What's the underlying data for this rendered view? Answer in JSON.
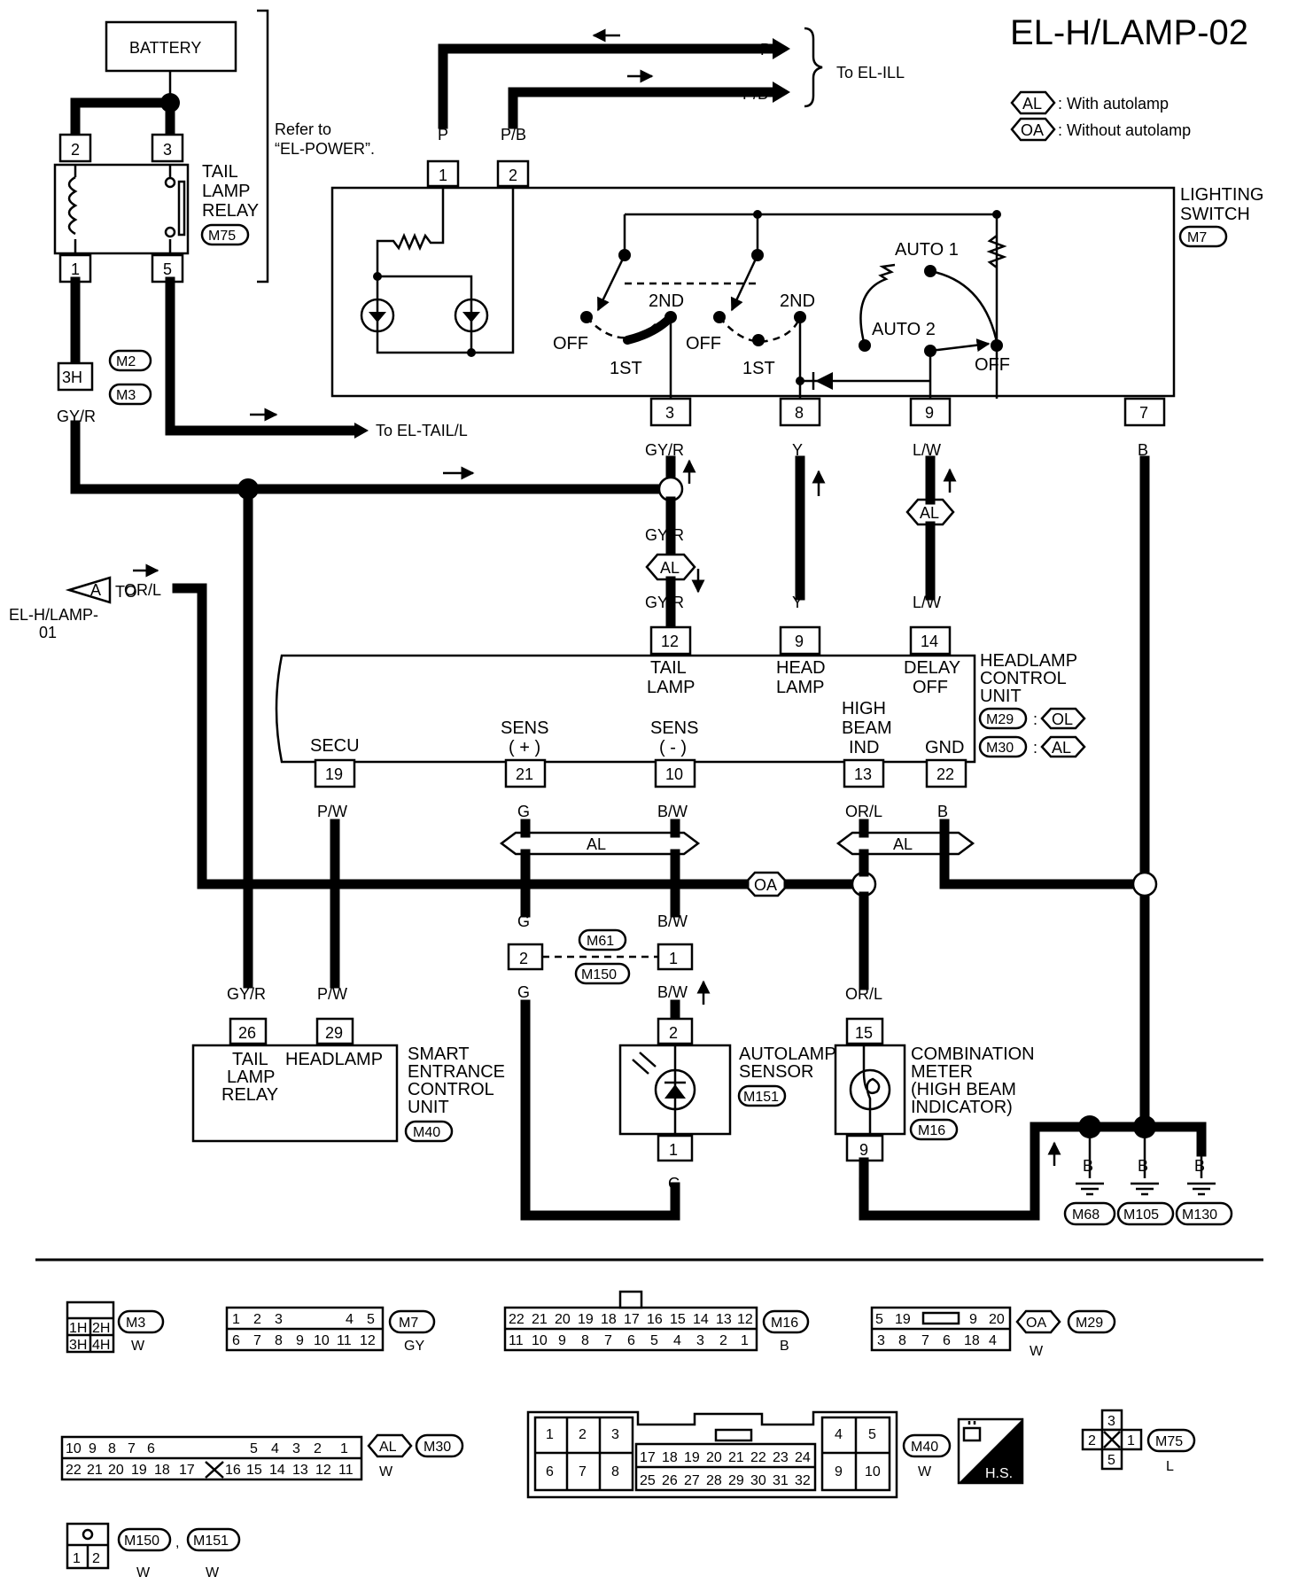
{
  "page_title": "EL-H/LAMP-02",
  "legend": [
    {
      "code": "AL",
      "text": ": With autolamp"
    },
    {
      "code": "OA",
      "text": ": Without autolamp"
    }
  ],
  "battery": "BATTERY",
  "refer_to": [
    "Refer to",
    "“EL-POWER”."
  ],
  "to_el_ill": "To EL-ILL",
  "to_el_tail": "To EL-TAIL/L",
  "to_hlamp": [
    "TO",
    "A",
    "EL-H/LAMP-",
    "01"
  ],
  "tail_lamp_relay": {
    "name": [
      "TAIL",
      "LAMP",
      "RELAY"
    ],
    "conn": "M75",
    "pins": [
      "2",
      "3",
      "1",
      "5"
    ]
  },
  "lighting_switch": {
    "name": [
      "LIGHTING",
      "SWITCH"
    ],
    "conn": "M7",
    "top_pins": [
      "1",
      "2"
    ],
    "top_wires": [
      "P",
      "P/B"
    ],
    "bottom_pins": [
      "3",
      "8",
      "9",
      "7"
    ],
    "positions": [
      "OFF",
      "1ST",
      "2ND",
      "OFF",
      "1ST",
      "2ND",
      "AUTO 1",
      "AUTO 2",
      "OFF"
    ]
  },
  "m2m3": {
    "pin": "3H",
    "conns": [
      "M2",
      "M3"
    ]
  },
  "ill_wires": [
    "P",
    "P/B"
  ],
  "wires": {
    "gyr": "GY/R",
    "y": "Y",
    "lw": "L/W",
    "b": "B",
    "orl": "OR/L",
    "pw": "P/W",
    "g": "G",
    "bw": "B/W"
  },
  "headlamp_control_unit": {
    "name": [
      "HEADLAMP",
      "CONTROL",
      "UNIT"
    ],
    "conns": [
      {
        "c": "M29",
        "v": "OL"
      },
      {
        "c": "M30",
        "v": "AL"
      }
    ],
    "top_pins": [
      {
        "pin": "12",
        "label": [
          "TAIL",
          "LAMP"
        ]
      },
      {
        "pin": "9",
        "label": [
          "HEAD",
          "LAMP"
        ]
      },
      {
        "pin": "14",
        "label": [
          "DELAY",
          "OFF"
        ]
      }
    ],
    "bottom_pins": [
      {
        "pin": "19",
        "label": [
          "SECU"
        ]
      },
      {
        "pin": "21",
        "label": [
          "SENS",
          "( + )"
        ]
      },
      {
        "pin": "10",
        "label": [
          "SENS",
          "( - )"
        ]
      },
      {
        "pin": "13",
        "label": [
          "HIGH",
          "BEAM",
          "IND"
        ]
      },
      {
        "pin": "22",
        "label": [
          "GND"
        ]
      }
    ]
  },
  "al_tag": "AL",
  "oa_tag": "OA",
  "m61_m150": {
    "conns": [
      "M61",
      "M150"
    ],
    "pins": [
      "2",
      "1"
    ]
  },
  "secu": {
    "name": [
      "SMART",
      "ENTRANCE",
      "CONTROL",
      "UNIT"
    ],
    "conn": "M40",
    "pins": [
      {
        "pin": "26",
        "label": [
          "TAIL",
          "LAMP",
          "RELAY"
        ]
      },
      {
        "pin": "29",
        "label": [
          "HEADLAMP"
        ]
      }
    ]
  },
  "autolamp_sensor": {
    "name": [
      "AUTOLAMP",
      "SENSOR"
    ],
    "conn": "M151",
    "pins": [
      "2",
      "1"
    ]
  },
  "combination_meter": {
    "name": [
      "COMBINATION",
      "METER",
      "(HIGH BEAM",
      "INDICATOR)"
    ],
    "conn": "M16",
    "pins": [
      "15",
      "9"
    ]
  },
  "grounds": [
    "M68",
    "M105",
    "M130"
  ],
  "connector_views": {
    "m3": {
      "conn": "M3",
      "color": "W",
      "cells": [
        "1H",
        "2H",
        "3H",
        "4H"
      ]
    },
    "m7": {
      "conn": "M7",
      "color": "GY",
      "top": [
        "1",
        "2",
        "3",
        "4",
        "5"
      ],
      "bottom": [
        "6",
        "7",
        "8",
        "9",
        "10",
        "11",
        "12"
      ]
    },
    "m16": {
      "conn": "M16",
      "color": "B",
      "top": [
        "22",
        "21",
        "20",
        "19",
        "18",
        "17",
        "16",
        "15",
        "14",
        "13",
        "12"
      ],
      "bottom": [
        "11",
        "10",
        "9",
        "8",
        "7",
        "6",
        "5",
        "4",
        "3",
        "2",
        "1"
      ]
    },
    "m29": {
      "conn": "M29",
      "tag": "OA",
      "color": "W",
      "top": [
        "5",
        "19",
        "9",
        "20"
      ],
      "bottom": [
        "3",
        "8",
        "7",
        "6",
        "18",
        "4"
      ]
    },
    "m30": {
      "conn": "M30",
      "tag": "AL",
      "color": "W",
      "top": [
        "10",
        "9",
        "8",
        "7",
        "6",
        "5",
        "4",
        "3",
        "2",
        "1"
      ],
      "bottom": [
        "22",
        "21",
        "20",
        "19",
        "18",
        "17",
        "16",
        "15",
        "14",
        "13",
        "12",
        "11"
      ]
    },
    "m40": {
      "conn": "M40",
      "color": "W",
      "left_top": [
        "1",
        "2",
        "3"
      ],
      "left_bottom": [
        "6",
        "7",
        "8"
      ],
      "mid_top": [
        "17",
        "18",
        "19",
        "20",
        "21",
        "22",
        "23",
        "24"
      ],
      "mid_bottom": [
        "25",
        "26",
        "27",
        "28",
        "29",
        "30",
        "31",
        "32"
      ],
      "right_top": [
        "4",
        "5"
      ],
      "right_bottom": [
        "9",
        "10"
      ],
      "hs": "H.S."
    },
    "m75": {
      "conn": "M75",
      "color": "L",
      "cells": [
        "3",
        "2",
        "1",
        "5"
      ]
    },
    "m150": {
      "conns": [
        "M150",
        "M151"
      ],
      "sep": ",",
      "colors": [
        "W",
        "W"
      ],
      "cells": [
        "1",
        "2"
      ]
    }
  }
}
